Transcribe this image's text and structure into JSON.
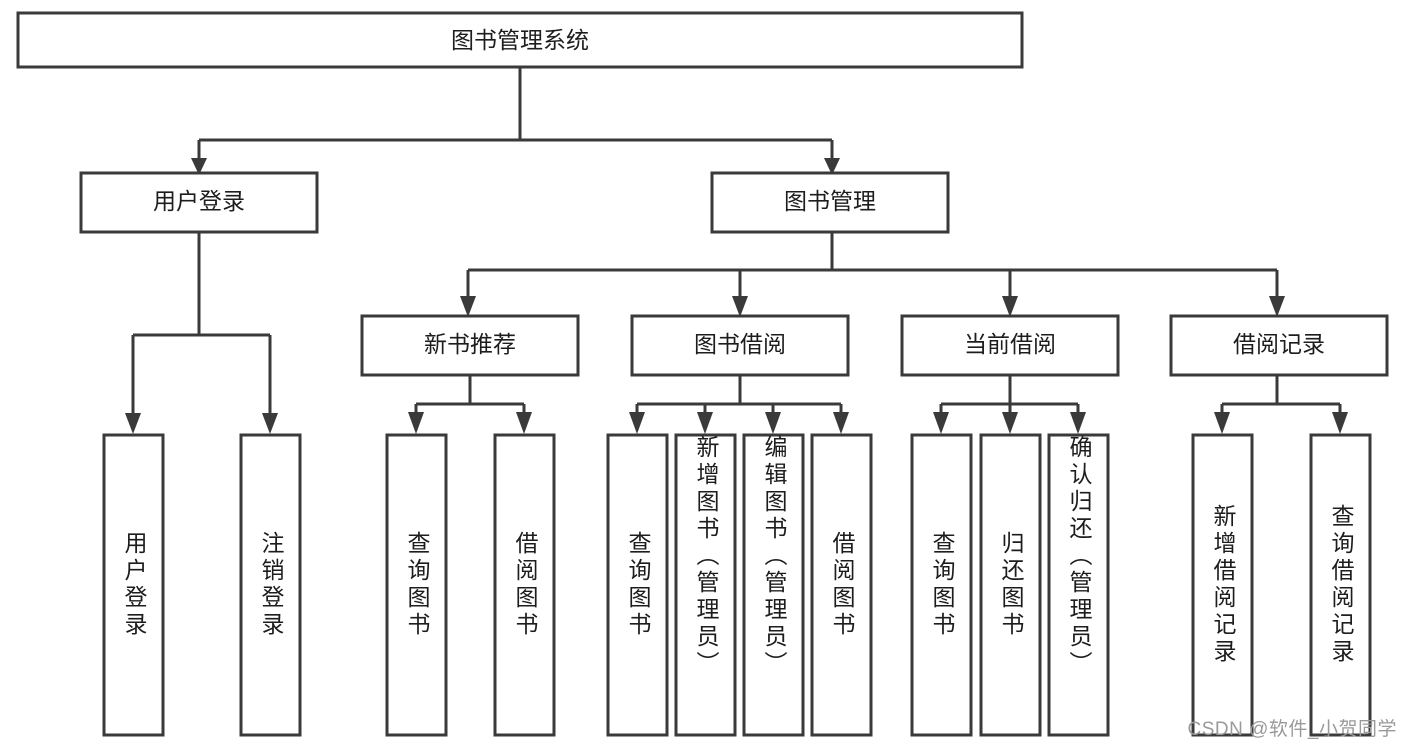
{
  "diagram": {
    "title": "图书管理系统",
    "type": "tree-hierarchy",
    "watermark": "CSDN @软件_小贺同学",
    "colors": {
      "stroke": "#3a3a3a",
      "fill": "#ffffff",
      "text": "#1d1d1d",
      "watermark": "#9a9a9a"
    },
    "levels": {
      "root": {
        "id": "root",
        "label": "图书管理系统",
        "orientation": "horizontal"
      },
      "level2": [
        {
          "id": "user-login",
          "label": "用户登录",
          "orientation": "horizontal"
        },
        {
          "id": "book-manage",
          "label": "图书管理",
          "orientation": "horizontal"
        }
      ],
      "level3": [
        {
          "id": "new-book-rec",
          "label": "新书推荐",
          "orientation": "horizontal",
          "parent": "book-manage"
        },
        {
          "id": "book-borrow",
          "label": "图书借阅",
          "orientation": "horizontal",
          "parent": "book-manage"
        },
        {
          "id": "current-borrow",
          "label": "当前借阅",
          "orientation": "horizontal",
          "parent": "book-manage"
        },
        {
          "id": "borrow-record",
          "label": "借阅记录",
          "orientation": "horizontal",
          "parent": "book-manage"
        }
      ],
      "leaves": [
        {
          "id": "leaf-user-login",
          "label": "用户登录",
          "orientation": "vertical",
          "parent": "user-login"
        },
        {
          "id": "leaf-user-logout",
          "label": "注销登录",
          "orientation": "vertical",
          "parent": "user-login"
        },
        {
          "id": "leaf-query-book-1",
          "label": "查询图书",
          "orientation": "vertical",
          "parent": "new-book-rec"
        },
        {
          "id": "leaf-borrow-book-1",
          "label": "借阅图书",
          "orientation": "vertical",
          "parent": "new-book-rec"
        },
        {
          "id": "leaf-query-book-2",
          "label": "查询图书",
          "orientation": "vertical",
          "parent": "book-borrow"
        },
        {
          "id": "leaf-add-book",
          "label": "新增图书（管理员）",
          "orientation": "vertical",
          "parent": "book-borrow"
        },
        {
          "id": "leaf-edit-book",
          "label": "编辑图书（管理员）",
          "orientation": "vertical",
          "parent": "book-borrow"
        },
        {
          "id": "leaf-borrow-book-2",
          "label": "借阅图书",
          "orientation": "vertical",
          "parent": "book-borrow"
        },
        {
          "id": "leaf-query-book-3",
          "label": "查询图书",
          "orientation": "vertical",
          "parent": "current-borrow"
        },
        {
          "id": "leaf-return-book",
          "label": "归还图书",
          "orientation": "vertical",
          "parent": "current-borrow"
        },
        {
          "id": "leaf-confirm-return",
          "label": "确认归还（管理员）",
          "orientation": "vertical",
          "parent": "current-borrow"
        },
        {
          "id": "leaf-add-record",
          "label": "新增借阅记录",
          "orientation": "vertical",
          "parent": "borrow-record"
        },
        {
          "id": "leaf-query-record",
          "label": "查询借阅记录",
          "orientation": "vertical",
          "parent": "borrow-record"
        }
      ]
    }
  }
}
